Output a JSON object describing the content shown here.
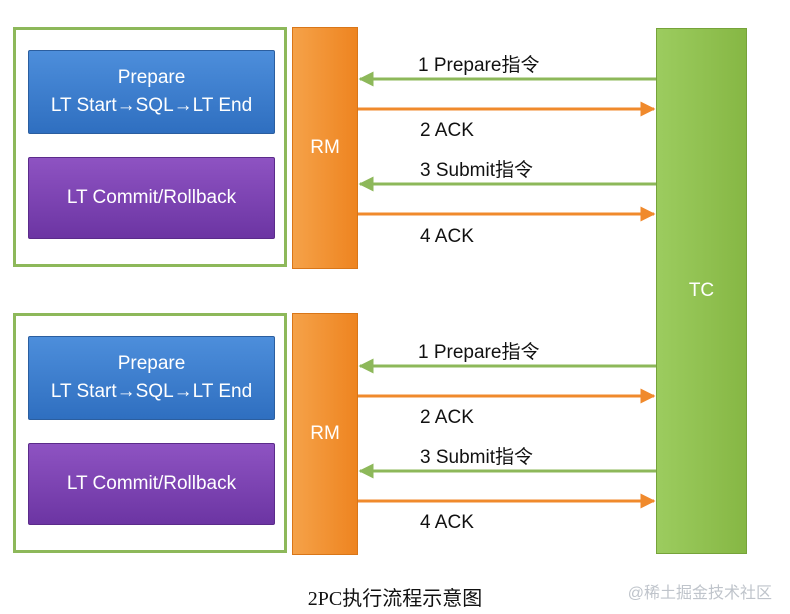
{
  "top_group": {
    "prepare_title": "Prepare",
    "prepare_steps": "LT Start→SQL→LT End",
    "commit_label": "LT Commit/Rollback",
    "rm_label": "RM",
    "messages": [
      "1 Prepare指令",
      "2 ACK",
      "3 Submit指令",
      "4 ACK"
    ]
  },
  "bottom_group": {
    "prepare_title": "Prepare",
    "prepare_steps": "LT Start→SQL→LT End",
    "commit_label": "LT Commit/Rollback",
    "rm_label": "RM",
    "messages": [
      "1 Prepare指令",
      "2 ACK",
      "3 Submit指令",
      "4 ACK"
    ]
  },
  "tc_label": "TC",
  "caption": "2PC执行流程示意图",
  "watermark": "@稀土掘金技术社区",
  "colors": {
    "green_arrow": "#8db85a",
    "orange_arrow": "#f08a2c"
  }
}
